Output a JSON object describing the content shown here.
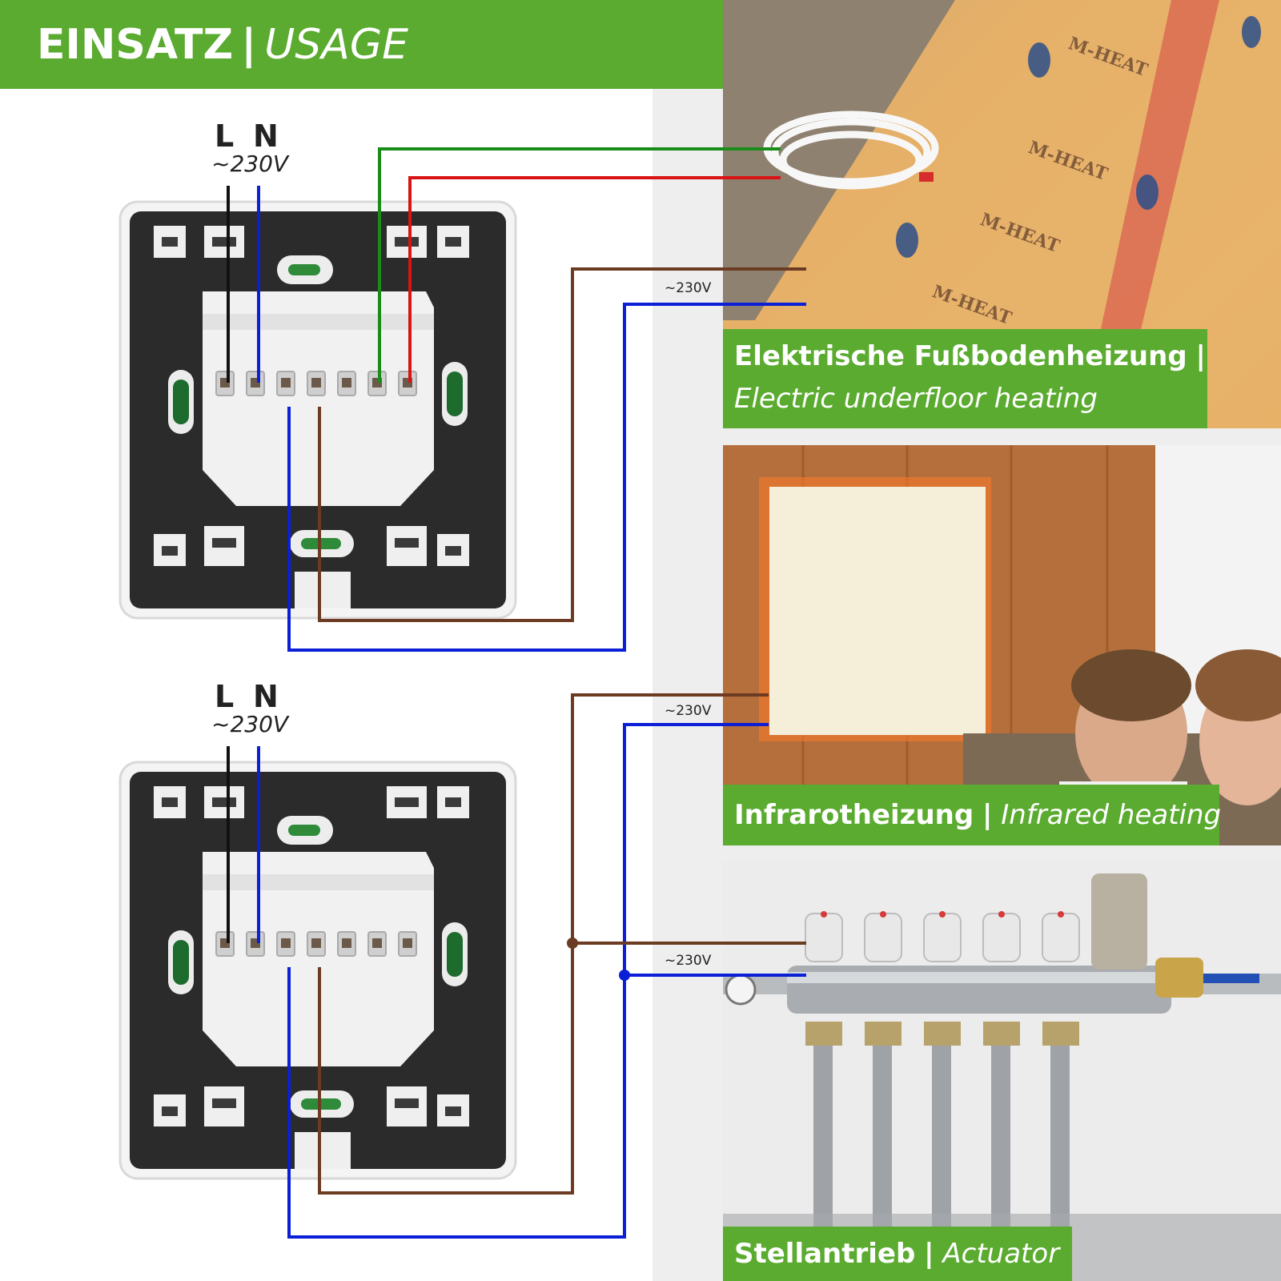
{
  "header": {
    "title_de": "EINSATZ",
    "separator": "|",
    "title_en": "USAGE"
  },
  "diagram_top": {
    "label_l": "L",
    "label_n": "N",
    "supply_voltage": "~230V",
    "load_voltage": "~230V"
  },
  "diagram_bottom": {
    "label_l": "L",
    "label_n": "N",
    "supply_voltage": "~230V",
    "load_voltage_infrared": "~230V",
    "load_voltage_actuator": "~230V"
  },
  "panels": [
    {
      "title_de": "Elektrische Fußbodenheizung",
      "separator": "|",
      "title_en": "Electric underfloor heating"
    },
    {
      "title_de": "Infrarotheizung",
      "separator": "|",
      "title_en": "Infrared heating"
    },
    {
      "title_de": "Stellantrieb",
      "separator": "|",
      "title_en": "Actuator"
    }
  ],
  "colors": {
    "brand_green": "#5aab2f",
    "wire_live": "#111111",
    "wire_neutral": "#0b1fd6",
    "wire_sensor_green": "#1a8c1a",
    "wire_sensor_red": "#d91414",
    "wire_load": "#6b3b22"
  },
  "icons": [
    "thermostat-back-plate",
    "wire-junction-dot"
  ]
}
